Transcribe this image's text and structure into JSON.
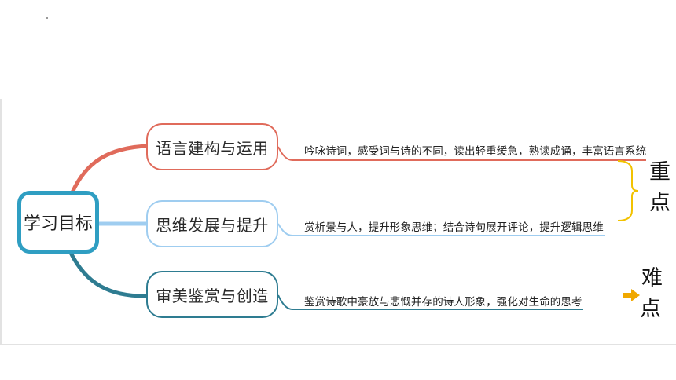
{
  "root": {
    "label": "学习目标"
  },
  "branches": [
    {
      "label": "语言建构与运用",
      "description": "吟咏诗词，感受词与诗的不同，读出轻重缓急，熟读成诵，丰富语言系统",
      "color": "#e06b5b"
    },
    {
      "label": "思维发展与提升",
      "description": "赏析景与人，提升形象思维；结合诗句展开评论，提升逻辑思维",
      "color": "#9fcdf0"
    },
    {
      "label": "审美鉴赏与创造",
      "description": "鉴赏诗歌中豪放与悲慨并存的诗人形象，强化对生命的思考",
      "color": "#2e7c91"
    }
  ],
  "annotations": {
    "key_point": [
      "重",
      "点"
    ],
    "difficult_point": [
      "难",
      "点"
    ],
    "brace_color": "#f2c200",
    "arrow_color": "#f0a800"
  }
}
